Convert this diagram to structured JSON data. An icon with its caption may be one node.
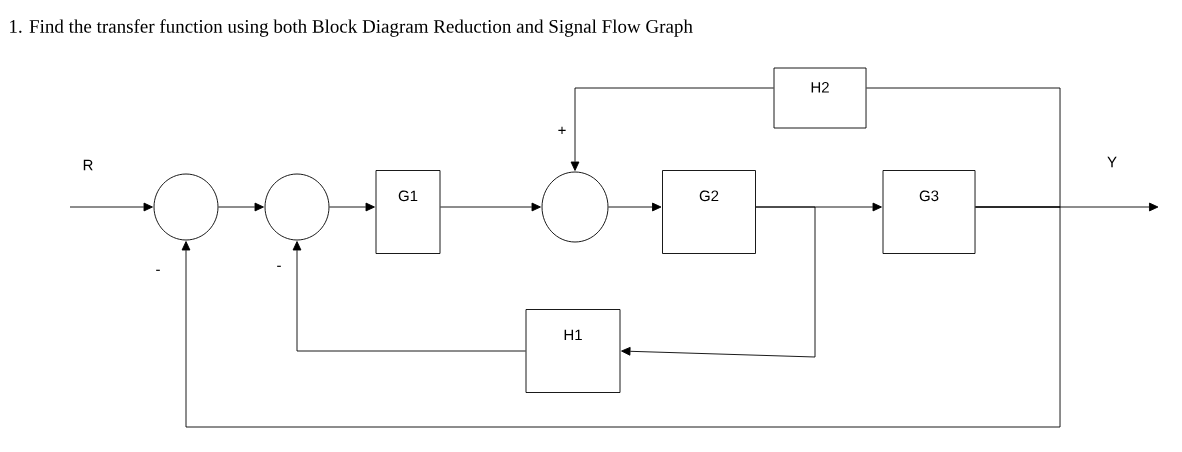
{
  "diagram": {
    "title": "1.  Find the transfer function using both Block Diagram Reduction and Signal Flow Graph",
    "nodes": [
      {
        "text": [],
        "shape": "circle"
      },
      {
        "text": [],
        "shape": "circle"
      },
      {
        "text": [
          "G1"
        ]
      },
      {
        "text": [],
        "shape": "circle"
      },
      {
        "text": [
          "G2"
        ]
      },
      {
        "text": [
          "G3"
        ]
      },
      {
        "text": [
          "H2"
        ]
      },
      {
        "text": [
          "H1"
        ]
      }
    ],
    "edges": [
      {
        "from": null,
        "to": 0,
        "arrow": "to",
        "label": "R"
      },
      {
        "from": 0,
        "to": 1,
        "arrow": "to"
      },
      {
        "from": 1,
        "to": 2,
        "arrow": "to"
      },
      {
        "from": 2,
        "to": 3,
        "arrow": "to"
      },
      {
        "from": 3,
        "to": 4,
        "arrow": "to"
      },
      {
        "from": 4,
        "to": 5,
        "arrow": "to"
      },
      {
        "from": 4,
        "to": 7,
        "arrow": "to"
      },
      {
        "from": 7,
        "to": 1,
        "arrow": "to"
      },
      {
        "from": 5,
        "to": null,
        "arrow": "to",
        "label": "Y"
      },
      {
        "from": 5,
        "to": 6,
        "arrow": "none"
      },
      {
        "from": 6,
        "to": 3,
        "arrow": "to"
      },
      {
        "from": 5,
        "to": 0,
        "arrow": "to"
      }
    ],
    "labels": [
      "+",
      "-",
      "-"
    ]
  }
}
